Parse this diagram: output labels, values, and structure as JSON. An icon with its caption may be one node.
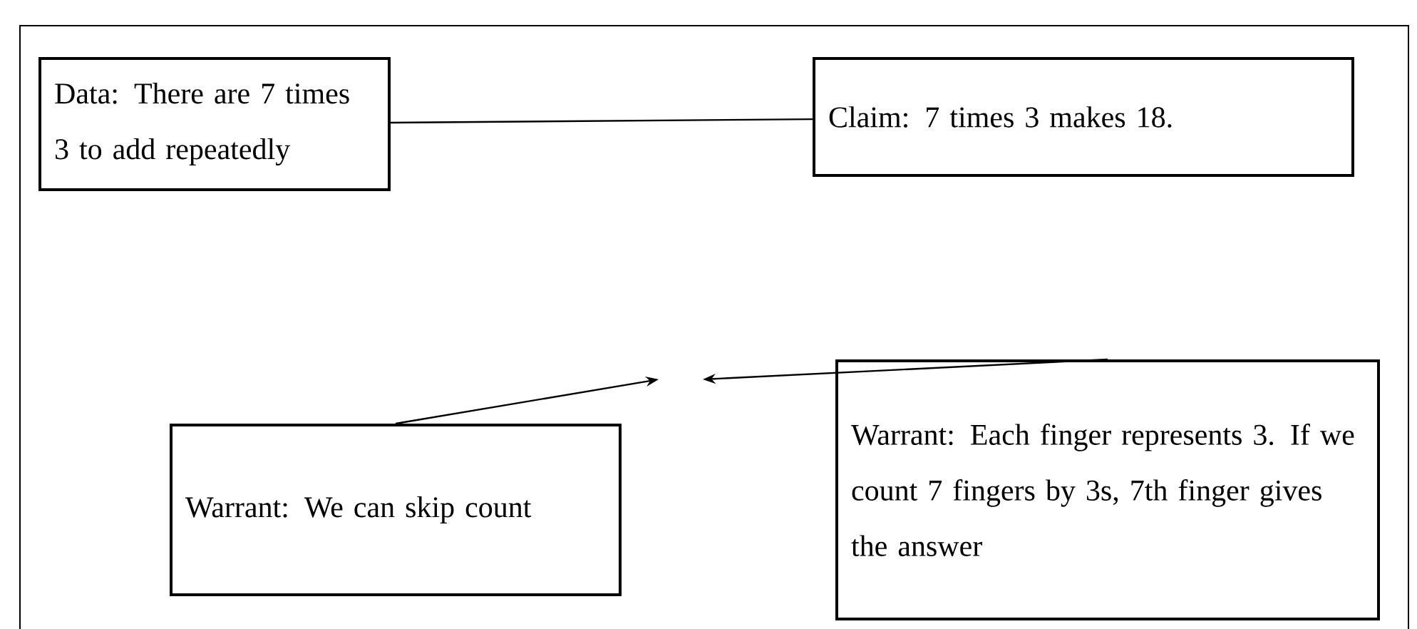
{
  "diagram": {
    "nodes": [
      {
        "text": [
          "Data: There are 7 times 3 to add repeatedly"
        ]
      },
      {
        "text": [
          "Claim: 7 times 3 makes 18."
        ]
      },
      {
        "text": [
          "Warrant: We can skip count"
        ]
      },
      {
        "text": [
          "Warrant: Each finger represents 3. If we count 7 fingers by 3s, 7th finger gives the answer"
        ]
      }
    ],
    "edges": [
      {
        "from": 0,
        "to": 1,
        "arrow": "none"
      },
      {
        "from": 2,
        "to": null,
        "arrow": "to"
      },
      {
        "from": 3,
        "to": null,
        "arrow": "to"
      }
    ]
  }
}
